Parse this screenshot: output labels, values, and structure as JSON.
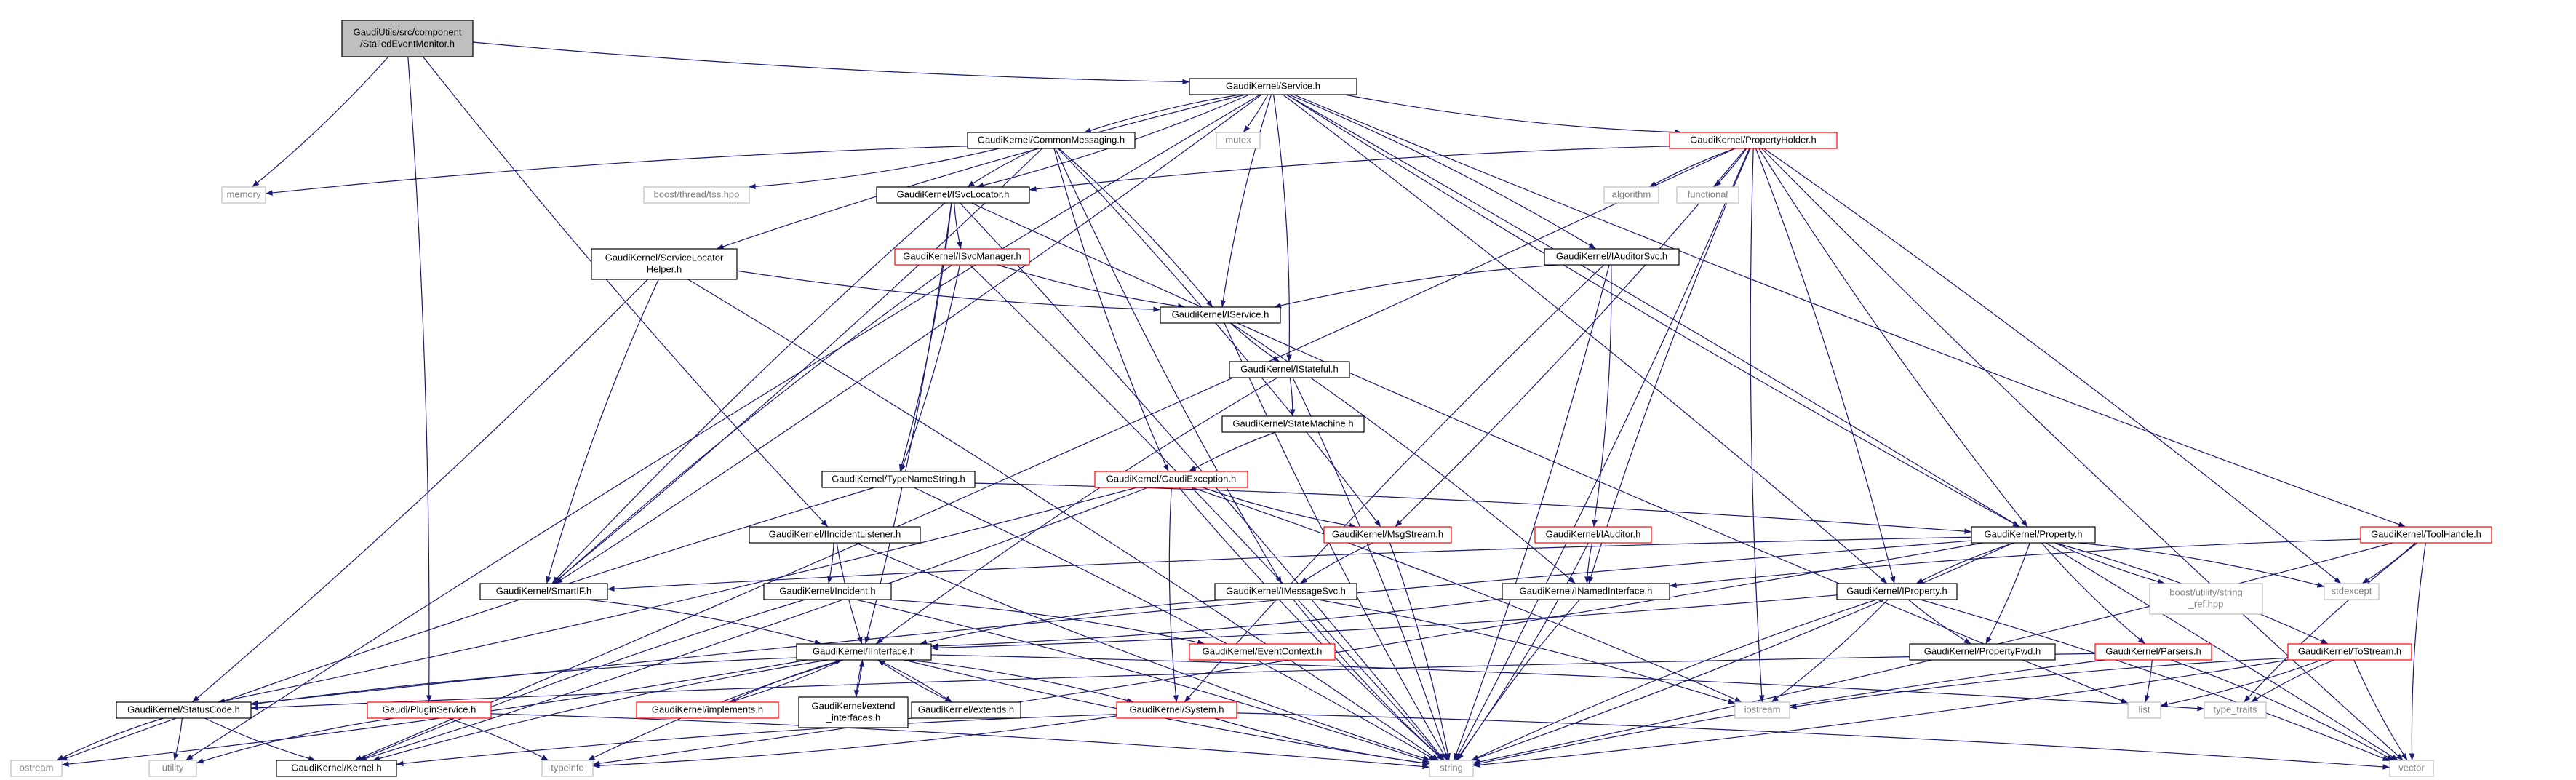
{
  "colors": {
    "edge": "#191970",
    "root_fill": "#bfbfbf",
    "doc_border": "#000000",
    "trunc_border": "#ff0000",
    "sys_border": "#bfbfbf",
    "sys_text": "#7f7f7f",
    "text": "#000000"
  },
  "nodes": [
    {
      "id": "root",
      "lines": [
        "GaudiUtils/src/component",
        "/StalledEventMonitor.h"
      ],
      "style": "root"
    },
    {
      "id": "service",
      "lines": [
        "GaudiKernel/Service.h"
      ],
      "style": "doc"
    },
    {
      "id": "memory",
      "lines": [
        "memory"
      ],
      "style": "sys"
    },
    {
      "id": "commonmsg",
      "lines": [
        "GaudiKernel/CommonMessaging.h"
      ],
      "style": "doc"
    },
    {
      "id": "mutex",
      "lines": [
        "mutex"
      ],
      "style": "sys"
    },
    {
      "id": "propholder",
      "lines": [
        "GaudiKernel/PropertyHolder.h"
      ],
      "style": "trunc"
    },
    {
      "id": "threadtss",
      "lines": [
        "boost/thread/tss.hpp"
      ],
      "style": "sys"
    },
    {
      "id": "isvclocator",
      "lines": [
        "GaudiKernel/ISvcLocator.h"
      ],
      "style": "doc"
    },
    {
      "id": "algorithm",
      "lines": [
        "algorithm"
      ],
      "style": "sys"
    },
    {
      "id": "functional",
      "lines": [
        "functional"
      ],
      "style": "sys"
    },
    {
      "id": "svclochelper",
      "lines": [
        "GaudiKernel/ServiceLocator",
        "Helper.h"
      ],
      "style": "doc"
    },
    {
      "id": "isvcmanager",
      "lines": [
        "GaudiKernel/ISvcManager.h"
      ],
      "style": "trunc"
    },
    {
      "id": "iauditorsvc",
      "lines": [
        "GaudiKernel/IAuditorSvc.h"
      ],
      "style": "doc"
    },
    {
      "id": "iservice",
      "lines": [
        "GaudiKernel/IService.h"
      ],
      "style": "doc"
    },
    {
      "id": "istateful",
      "lines": [
        "GaudiKernel/IStateful.h"
      ],
      "style": "doc"
    },
    {
      "id": "statemachine",
      "lines": [
        "GaudiKernel/StateMachine.h"
      ],
      "style": "doc"
    },
    {
      "id": "typenamestring",
      "lines": [
        "GaudiKernel/TypeNameString.h"
      ],
      "style": "doc"
    },
    {
      "id": "gaudiexception",
      "lines": [
        "GaudiKernel/GaudiException.h"
      ],
      "style": "trunc"
    },
    {
      "id": "iincidentlistener",
      "lines": [
        "GaudiKernel/IIncidentListener.h"
      ],
      "style": "doc"
    },
    {
      "id": "msgstream",
      "lines": [
        "GaudiKernel/MsgStream.h"
      ],
      "style": "trunc"
    },
    {
      "id": "iauditor",
      "lines": [
        "GaudiKernel/IAuditor.h"
      ],
      "style": "trunc"
    },
    {
      "id": "property",
      "lines": [
        "GaudiKernel/Property.h"
      ],
      "style": "doc"
    },
    {
      "id": "toolhandle",
      "lines": [
        "GaudiKernel/ToolHandle.h"
      ],
      "style": "trunc"
    },
    {
      "id": "smartif",
      "lines": [
        "GaudiKernel/SmartIF.h"
      ],
      "style": "doc"
    },
    {
      "id": "iincident",
      "lines": [
        "GaudiKernel/Incident.h"
      ],
      "style": "doc"
    },
    {
      "id": "imessagesvc",
      "lines": [
        "GaudiKernel/IMessageSvc.h"
      ],
      "style": "doc"
    },
    {
      "id": "inamedinterface",
      "lines": [
        "GaudiKernel/INamedInterface.h"
      ],
      "style": "doc"
    },
    {
      "id": "iproperty",
      "lines": [
        "GaudiKernel/IProperty.h"
      ],
      "style": "doc"
    },
    {
      "id": "boostref",
      "lines": [
        "boost/utility/string",
        "_ref.hpp"
      ],
      "style": "sys"
    },
    {
      "id": "stdexcept",
      "lines": [
        "stdexcept"
      ],
      "style": "sys"
    },
    {
      "id": "iinterface",
      "lines": [
        "GaudiKernel/IInterface.h"
      ],
      "style": "doc"
    },
    {
      "id": "eventcontext",
      "lines": [
        "GaudiKernel/EventContext.h"
      ],
      "style": "trunc"
    },
    {
      "id": "propertyfwd",
      "lines": [
        "GaudiKernel/PropertyFwd.h"
      ],
      "style": "doc"
    },
    {
      "id": "parsers",
      "lines": [
        "GaudiKernel/Parsers.h"
      ],
      "style": "trunc"
    },
    {
      "id": "tostream",
      "lines": [
        "GaudiKernel/ToStream.h"
      ],
      "style": "trunc"
    },
    {
      "id": "implements",
      "lines": [
        "GaudiKernel/implements.h"
      ],
      "style": "trunc"
    },
    {
      "id": "extendinterfaces",
      "lines": [
        "GaudiKernel/extend",
        "_interfaces.h"
      ],
      "style": "doc"
    },
    {
      "id": "extends",
      "lines": [
        "GaudiKernel/extends.h"
      ],
      "style": "doc"
    },
    {
      "id": "statuscode",
      "lines": [
        "GaudiKernel/StatusCode.h"
      ],
      "style": "doc"
    },
    {
      "id": "pluginservice",
      "lines": [
        "Gaudi/PluginService.h"
      ],
      "style": "trunc"
    },
    {
      "id": "system",
      "lines": [
        "GaudiKernel/System.h"
      ],
      "style": "trunc"
    },
    {
      "id": "iostream",
      "lines": [
        "iostream"
      ],
      "style": "sys"
    },
    {
      "id": "list",
      "lines": [
        "list"
      ],
      "style": "sys"
    },
    {
      "id": "typetraits",
      "lines": [
        "type_traits"
      ],
      "style": "sys"
    },
    {
      "id": "ostream",
      "lines": [
        "ostream"
      ],
      "style": "sys"
    },
    {
      "id": "utility",
      "lines": [
        "utility"
      ],
      "style": "sys"
    },
    {
      "id": "kernel",
      "lines": [
        "GaudiKernel/Kernel.h"
      ],
      "style": "doc"
    },
    {
      "id": "typeinfo",
      "lines": [
        "typeinfo"
      ],
      "style": "sys"
    },
    {
      "id": "string",
      "lines": [
        "string"
      ],
      "style": "sys"
    },
    {
      "id": "vector",
      "lines": [
        "vector"
      ],
      "style": "sys"
    }
  ],
  "edges": [
    [
      "root",
      "service"
    ],
    [
      "root",
      "memory"
    ],
    [
      "root",
      "iincidentlistener"
    ],
    [
      "root",
      "pluginservice"
    ],
    [
      "service",
      "commonmsg"
    ],
    [
      "service",
      "mutex"
    ],
    [
      "service",
      "propholder"
    ],
    [
      "service",
      "isvclocator"
    ],
    [
      "service",
      "svclochelper"
    ],
    [
      "service",
      "iauditorsvc"
    ],
    [
      "service",
      "iservice"
    ],
    [
      "service",
      "istateful"
    ],
    [
      "service",
      "property"
    ],
    [
      "service",
      "iproperty"
    ],
    [
      "service",
      "toolhandle"
    ],
    [
      "service",
      "smartif"
    ],
    [
      "service",
      "utility"
    ],
    [
      "service",
      "vector"
    ],
    [
      "commonmsg",
      "memory"
    ],
    [
      "commonmsg",
      "threadtss"
    ],
    [
      "commonmsg",
      "isvclocator"
    ],
    [
      "commonmsg",
      "iservice"
    ],
    [
      "commonmsg",
      "gaudiexception"
    ],
    [
      "commonmsg",
      "msgstream"
    ],
    [
      "commonmsg",
      "imessagesvc"
    ],
    [
      "commonmsg",
      "smartif"
    ],
    [
      "propholder",
      "algorithm"
    ],
    [
      "propholder",
      "functional"
    ],
    [
      "propholder",
      "isvclocator"
    ],
    [
      "propholder",
      "msgstream"
    ],
    [
      "propholder",
      "inamedinterface"
    ],
    [
      "propholder",
      "iproperty"
    ],
    [
      "propholder",
      "property"
    ],
    [
      "propholder",
      "stdexcept"
    ],
    [
      "propholder",
      "iostream"
    ],
    [
      "propholder",
      "string"
    ],
    [
      "propholder",
      "vector"
    ],
    [
      "propholder",
      "kernel"
    ],
    [
      "isvclocator",
      "isvcmanager"
    ],
    [
      "isvclocator",
      "typenamestring"
    ],
    [
      "isvclocator",
      "smartif"
    ],
    [
      "isvclocator",
      "iinterface"
    ],
    [
      "isvclocator",
      "list"
    ],
    [
      "isvclocator",
      "string"
    ],
    [
      "svclochelper",
      "iservice"
    ],
    [
      "svclochelper",
      "statuscode"
    ],
    [
      "svclochelper",
      "smartif"
    ],
    [
      "svclochelper",
      "string"
    ],
    [
      "isvcmanager",
      "iservice"
    ],
    [
      "isvcmanager",
      "typenamestring"
    ],
    [
      "isvcmanager",
      "smartif"
    ],
    [
      "isvcmanager",
      "string"
    ],
    [
      "iauditorsvc",
      "iservice"
    ],
    [
      "iauditorsvc",
      "iauditor"
    ],
    [
      "iauditorsvc",
      "system"
    ],
    [
      "iauditorsvc",
      "string"
    ],
    [
      "iservice",
      "istateful"
    ],
    [
      "iservice",
      "inamedinterface"
    ],
    [
      "iservice",
      "string"
    ],
    [
      "istateful",
      "statemachine"
    ],
    [
      "istateful",
      "iinterface"
    ],
    [
      "istateful",
      "string"
    ],
    [
      "statemachine",
      "gaudiexception"
    ],
    [
      "typenamestring",
      "property"
    ],
    [
      "typenamestring",
      "ostream"
    ],
    [
      "typenamestring",
      "string"
    ],
    [
      "gaudiexception",
      "msgstream"
    ],
    [
      "gaudiexception",
      "statuscode"
    ],
    [
      "gaudiexception",
      "system"
    ],
    [
      "gaudiexception",
      "iostream"
    ],
    [
      "gaudiexception",
      "string"
    ],
    [
      "gaudiexception",
      "kernel"
    ],
    [
      "iincidentlistener",
      "iinterface"
    ],
    [
      "iincidentlistener",
      "iincident"
    ],
    [
      "iincidentlistener",
      "string"
    ],
    [
      "iincident",
      "eventcontext"
    ],
    [
      "iincident",
      "kernel"
    ],
    [
      "iincident",
      "string"
    ],
    [
      "msgstream",
      "imessagesvc"
    ],
    [
      "msgstream",
      "string"
    ],
    [
      "iauditor",
      "inamedinterface"
    ],
    [
      "iauditor",
      "string"
    ],
    [
      "property",
      "iproperty"
    ],
    [
      "property",
      "propertyfwd"
    ],
    [
      "property",
      "parsers"
    ],
    [
      "property",
      "tostream"
    ],
    [
      "property",
      "boostref"
    ],
    [
      "property",
      "stdexcept"
    ],
    [
      "property",
      "smartif"
    ],
    [
      "property",
      "typeinfo"
    ],
    [
      "property",
      "statuscode"
    ],
    [
      "property",
      "string"
    ],
    [
      "toolhandle",
      "inamedinterface"
    ],
    [
      "toolhandle",
      "stdexcept"
    ],
    [
      "toolhandle",
      "typetraits"
    ],
    [
      "toolhandle",
      "string"
    ],
    [
      "toolhandle",
      "vector"
    ],
    [
      "smartif",
      "iinterface"
    ],
    [
      "imessagesvc",
      "iinterface"
    ],
    [
      "imessagesvc",
      "iostream"
    ],
    [
      "imessagesvc",
      "string"
    ],
    [
      "inamedinterface",
      "iinterface"
    ],
    [
      "inamedinterface",
      "string"
    ],
    [
      "iproperty",
      "iinterface"
    ],
    [
      "iproperty",
      "propertyfwd"
    ],
    [
      "iproperty",
      "iostream"
    ],
    [
      "iproperty",
      "string"
    ],
    [
      "iproperty",
      "vector"
    ],
    [
      "parsers",
      "statuscode"
    ],
    [
      "parsers",
      "list"
    ],
    [
      "parsers",
      "string"
    ],
    [
      "parsers",
      "vector"
    ],
    [
      "tostream",
      "iostream"
    ],
    [
      "tostream",
      "list"
    ],
    [
      "tostream",
      "typetraits"
    ],
    [
      "tostream",
      "string"
    ],
    [
      "tostream",
      "vector"
    ],
    [
      "iinterface",
      "implements"
    ],
    [
      "iinterface",
      "extendinterfaces"
    ],
    [
      "iinterface",
      "extends"
    ],
    [
      "iinterface",
      "statuscode"
    ],
    [
      "iinterface",
      "system"
    ],
    [
      "iinterface",
      "kernel"
    ],
    [
      "iinterface",
      "ostream"
    ],
    [
      "iinterface",
      "typeinfo"
    ],
    [
      "iinterface",
      "typetraits"
    ],
    [
      "iinterface",
      "string"
    ],
    [
      "implements",
      "iinterface"
    ],
    [
      "extendinterfaces",
      "iinterface"
    ],
    [
      "extends",
      "iinterface"
    ],
    [
      "statuscode",
      "ostream"
    ],
    [
      "statuscode",
      "utility"
    ],
    [
      "statuscode",
      "kernel"
    ],
    [
      "pluginservice",
      "typeinfo"
    ],
    [
      "pluginservice",
      "utility"
    ],
    [
      "pluginservice",
      "string"
    ],
    [
      "system",
      "kernel"
    ],
    [
      "system",
      "typeinfo"
    ],
    [
      "system",
      "string"
    ],
    [
      "system",
      "vector"
    ]
  ]
}
